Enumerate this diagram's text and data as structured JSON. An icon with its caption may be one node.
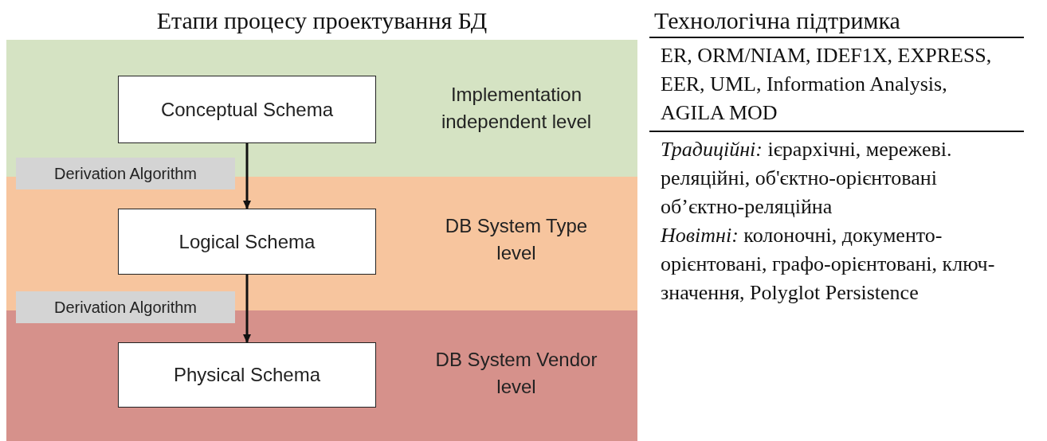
{
  "diagram": {
    "title": "Етапи процесу проектування БД",
    "nodes": [
      {
        "text": [
          "Implementation independent level"
        ]
      },
      {
        "text": [
          "Conceptual Schema"
        ],
        "in": 0
      },
      {
        "text": [
          "DB System Type level"
        ]
      },
      {
        "text": [
          "Logical Schema"
        ],
        "in": 2
      },
      {
        "text": [
          "DB System Vendor level"
        ]
      },
      {
        "text": [
          "Physical Schema"
        ],
        "in": 4
      }
    ],
    "edges": [
      {
        "from": 1,
        "to": 3,
        "arrow": "to",
        "label": "Derivation Algorithm"
      },
      {
        "from": 3,
        "to": 5,
        "arrow": "to",
        "label": "Derivation Algorithm"
      }
    ],
    "labels": [
      "Технологічна підтримка",
      "ER, ORM/NIAM, IDEF1X, EXPRESS, EER, UML, Information Analysis, AGILA MOD",
      "*Традиційні:* ієрархічні, мережеві. реляційні, об'єктно-орієнтовані об’єктно-реляційна",
      "*Новітні:* колоночні, документо-орієнтовані, графо-орієнтовані, ключ-значення, Polyglot Persistence"
    ]
  }
}
